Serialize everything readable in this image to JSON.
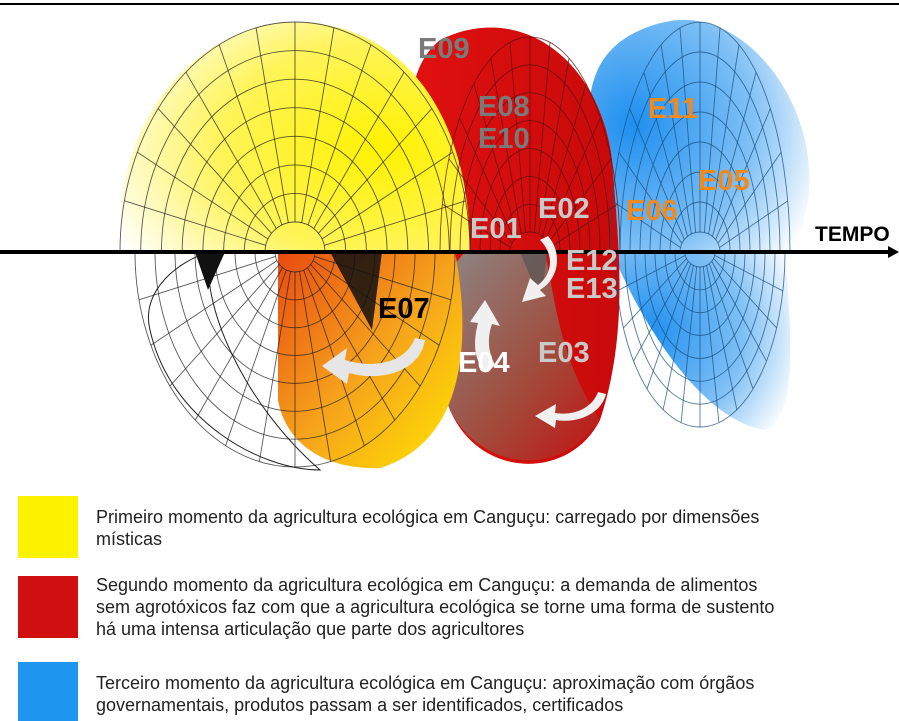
{
  "axis": {
    "label": "TEMPO"
  },
  "stage_labels": [
    {
      "id": "E09",
      "color": "#7a7a7a"
    },
    {
      "id": "E08",
      "color": "#7a7a7a"
    },
    {
      "id": "E10",
      "color": "#7a7a7a"
    },
    {
      "id": "E11",
      "color": "#f08a1e"
    },
    {
      "id": "E05",
      "color": "#f08a1e"
    },
    {
      "id": "E06",
      "color": "#f08a1e"
    },
    {
      "id": "E02",
      "color": "#c9c9c9"
    },
    {
      "id": "E01",
      "color": "#c9c9c9"
    },
    {
      "id": "E12",
      "color": "#c9c9c9"
    },
    {
      "id": "E13",
      "color": "#c9c9c9"
    },
    {
      "id": "E07",
      "color": "#000000"
    },
    {
      "id": "E04",
      "color": "#ffffff"
    },
    {
      "id": "E03",
      "color": "#c9c9c9"
    }
  ],
  "legend": [
    {
      "color": "#fff200",
      "text_lines": [
        "Primeiro momento da agricultura ecológica em Canguçu: carregado por dimensões",
        "místicas"
      ]
    },
    {
      "color": "#d01010",
      "text_lines": [
        "Segundo momento da agricultura ecológica em Canguçu: a demanda de alimentos",
        "sem agrotóxicos faz com que a agricultura ecológica se torne uma forma de sustento",
        "há uma intensa articulação que parte dos agricultores"
      ]
    },
    {
      "color": "#1e96f0",
      "text_lines": [
        "Terceiro momento da agricultura ecológica em Canguçu: aproximação com órgãos",
        "governamentais, produtos passam a ser identificados, certificados"
      ]
    }
  ],
  "colors": {
    "yellow": "#fff200",
    "red": "#d01010",
    "blue": "#1e96f0",
    "orange": "#f08a1e",
    "grid": "#222222"
  }
}
